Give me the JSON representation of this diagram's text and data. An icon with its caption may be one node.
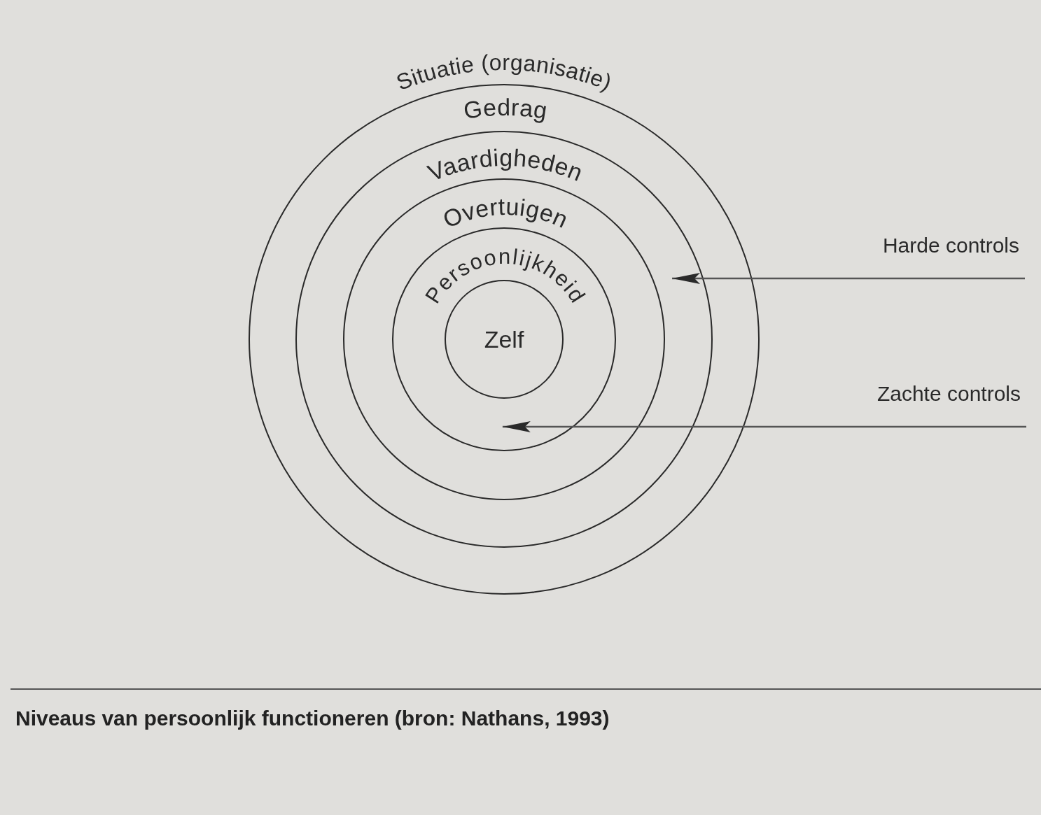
{
  "diagram": {
    "caption": "Niveaus van persoonlijk functioneren (bron: Nathans, 1993)",
    "nodes": [
      {
        "text": [
          "Gedrag"
        ]
      },
      {
        "text": [
          "Vaardigheden"
        ],
        "in": 0
      },
      {
        "text": [
          "Overtuigen"
        ],
        "in": 1
      },
      {
        "text": [
          "Persoonlijkheid"
        ],
        "in": 2
      },
      {
        "text": [
          "Zelf"
        ],
        "in": 3
      },
      {
        "text": [
          "Harde controls"
        ]
      },
      {
        "text": [
          "Zachte controls"
        ]
      }
    ],
    "edges": [
      {
        "from": 5,
        "to": 1,
        "arrow": "to"
      },
      {
        "from": 6,
        "to": 3,
        "arrow": "to"
      }
    ],
    "labels": [
      "Situatie (organisatie)"
    ]
  }
}
